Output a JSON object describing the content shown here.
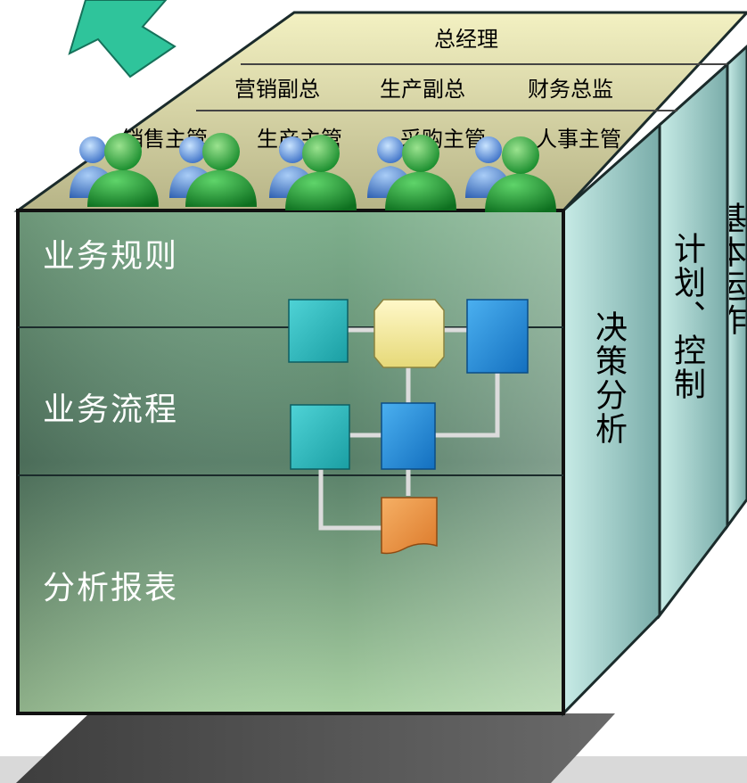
{
  "top_face": {
    "row1": [
      "总经理"
    ],
    "row2": [
      "营销副总",
      "生产副总",
      "财务总监"
    ],
    "row3": [
      "销售主管",
      "生产主管",
      "采购主管",
      "人事主管"
    ]
  },
  "front_face": {
    "sections": [
      "业务规则",
      "业务流程",
      "分析报表"
    ]
  },
  "side_faces": [
    {
      "text": "决策分析"
    },
    {
      "text": "计划、控制"
    },
    {
      "text": "基本运作"
    }
  ],
  "colors": {
    "top": "#e9e6a6",
    "front": "#5c8f6e",
    "side": "#9fd1cf",
    "arrow": "#2fc29a",
    "floor": "#555555"
  },
  "people_icons": [
    "person-icon",
    "person-icon",
    "person-icon",
    "person-icon",
    "person-icon",
    "person-icon",
    "person-icon",
    "person-icon",
    "person-icon",
    "person-icon"
  ],
  "process_nodes": [
    "teal-box",
    "yellow-hexagon",
    "blue-box",
    "teal-box",
    "blue-box",
    "orange-document"
  ]
}
